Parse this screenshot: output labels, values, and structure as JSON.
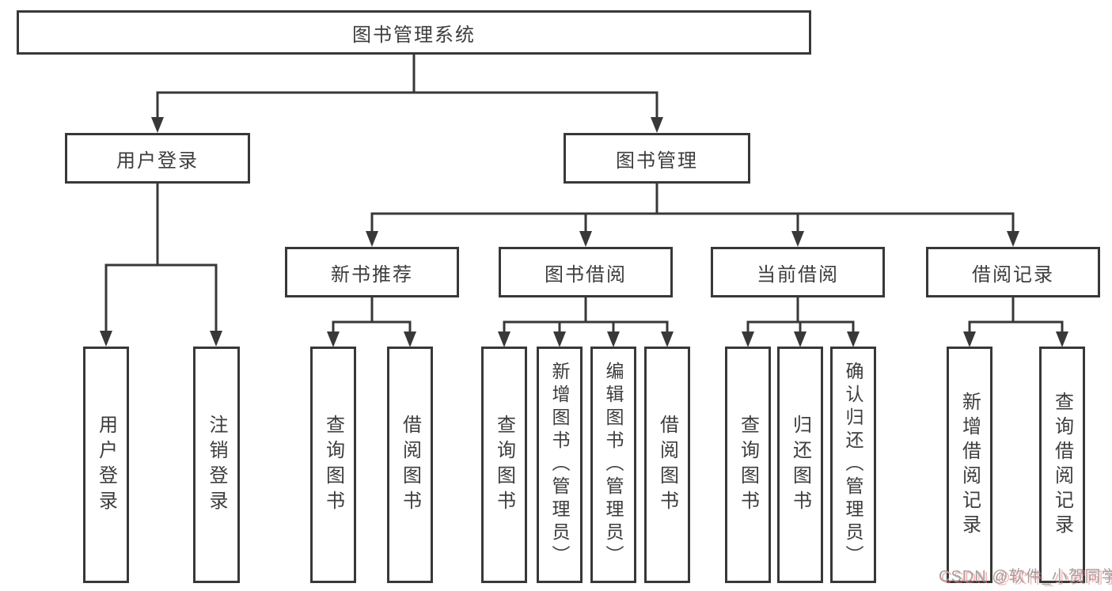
{
  "colors": {
    "line": "#383838",
    "box_border": "#383838",
    "box_fill": "#ffffff",
    "text": "#3d3d3d",
    "watermark_text": "#a0a0a0",
    "watermark_shadow": "#fa7878"
  },
  "tree": {
    "label": "图书管理系统",
    "children": [
      {
        "label": "用户登录",
        "children": [
          {
            "label": "用户登录"
          },
          {
            "label": "注销登录"
          }
        ]
      },
      {
        "label": "图书管理",
        "children": [
          {
            "label": "新书推荐",
            "children": [
              {
                "label": "查询图书"
              },
              {
                "label": "借阅图书"
              }
            ]
          },
          {
            "label": "图书借阅",
            "children": [
              {
                "label": "查询图书"
              },
              {
                "label": "新增图书（管理员）"
              },
              {
                "label": "编辑图书（管理员）"
              },
              {
                "label": "借阅图书"
              }
            ]
          },
          {
            "label": "当前借阅",
            "children": [
              {
                "label": "查询图书"
              },
              {
                "label": "归还图书"
              },
              {
                "label": "确认归还（管理员）"
              }
            ]
          },
          {
            "label": "借阅记录",
            "children": [
              {
                "label": "新增借阅记录"
              },
              {
                "label": "查询借阅记录"
              }
            ]
          }
        ]
      }
    ]
  },
  "watermark": {
    "text": "CSDN @软件_小贺同学"
  }
}
